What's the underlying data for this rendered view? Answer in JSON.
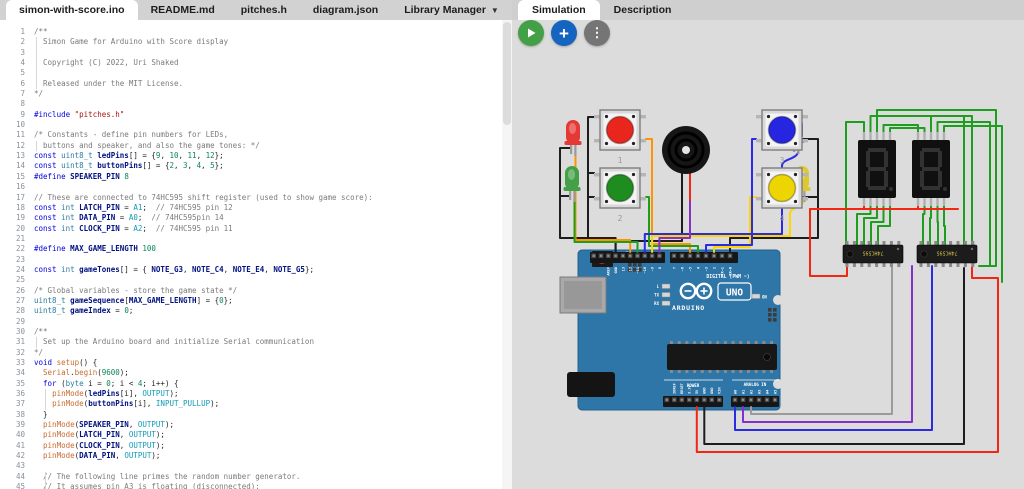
{
  "editor": {
    "tabs": [
      {
        "label": "simon-with-score.ino",
        "active": true
      },
      {
        "label": "README.md"
      },
      {
        "label": "pitches.h"
      },
      {
        "label": "diagram.json"
      },
      {
        "label": "Library Manager",
        "caret": true
      }
    ],
    "code": {
      "lines": [
        {
          "s": [
            [
              "cm",
              "/**"
            ]
          ]
        },
        {
          "guide": 2,
          "s": [
            [
              "cm",
              "  Simon Game for Arduino with Score display"
            ]
          ]
        },
        {
          "guide": 2,
          "s": []
        },
        {
          "guide": 2,
          "s": [
            [
              "cm",
              "  Copyright (C) 2022, Uri Shaked"
            ]
          ]
        },
        {
          "guide": 2,
          "s": []
        },
        {
          "guide": 2,
          "s": [
            [
              "cm",
              "  Released under the MIT License."
            ]
          ]
        },
        {
          "s": [
            [
              "cm",
              "*/"
            ]
          ]
        },
        {
          "s": []
        },
        {
          "s": [
            [
              "kw",
              "#include"
            ],
            [
              "pl",
              " "
            ],
            [
              "st",
              "\"pitches.h\""
            ]
          ]
        },
        {
          "s": []
        },
        {
          "s": [
            [
              "cm",
              "/* Constants - define pin numbers for LEDs,"
            ]
          ]
        },
        {
          "guide": 2,
          "s": [
            [
              "cm",
              "  buttons and speaker, and also the game tones: */"
            ]
          ]
        },
        {
          "s": [
            [
              "kw",
              "const"
            ],
            [
              "pl",
              " "
            ],
            [
              "ty",
              "uint8_t"
            ],
            [
              "pl",
              " "
            ],
            [
              "vr",
              "ledPins"
            ],
            [
              "pl",
              "[] = {"
            ],
            [
              "nm",
              "9"
            ],
            [
              "pl",
              ", "
            ],
            [
              "nm",
              "10"
            ],
            [
              "pl",
              ", "
            ],
            [
              "nm",
              "11"
            ],
            [
              "pl",
              ", "
            ],
            [
              "nm",
              "12"
            ],
            [
              "pl",
              "};"
            ]
          ]
        },
        {
          "s": [
            [
              "kw",
              "const"
            ],
            [
              "pl",
              " "
            ],
            [
              "ty",
              "uint8_t"
            ],
            [
              "pl",
              " "
            ],
            [
              "vr",
              "buttonPins"
            ],
            [
              "pl",
              "[] = {"
            ],
            [
              "nm",
              "2"
            ],
            [
              "pl",
              ", "
            ],
            [
              "nm",
              "3"
            ],
            [
              "pl",
              ", "
            ],
            [
              "nm",
              "4"
            ],
            [
              "pl",
              ", "
            ],
            [
              "nm",
              "5"
            ],
            [
              "pl",
              "};"
            ]
          ]
        },
        {
          "s": [
            [
              "kw",
              "#define"
            ],
            [
              "pl",
              " "
            ],
            [
              "vr",
              "SPEAKER_PIN"
            ],
            [
              "pl",
              " "
            ],
            [
              "nm",
              "8"
            ]
          ]
        },
        {
          "s": []
        },
        {
          "s": [
            [
              "cm",
              "// These are connected to 74HC595 shift register (used to show game score):"
            ]
          ]
        },
        {
          "s": [
            [
              "kw",
              "const"
            ],
            [
              "pl",
              " "
            ],
            [
              "ty",
              "int"
            ],
            [
              "pl",
              " "
            ],
            [
              "vr",
              "LATCH_PIN"
            ],
            [
              "pl",
              " = "
            ],
            [
              "ac",
              "A1"
            ],
            [
              "pl",
              ";  "
            ],
            [
              "cm",
              "// 74HC595 pin 12"
            ]
          ]
        },
        {
          "s": [
            [
              "kw",
              "const"
            ],
            [
              "pl",
              " "
            ],
            [
              "ty",
              "int"
            ],
            [
              "pl",
              " "
            ],
            [
              "vr",
              "DATA_PIN"
            ],
            [
              "pl",
              " = "
            ],
            [
              "ac",
              "A0"
            ],
            [
              "pl",
              ";  "
            ],
            [
              "cm",
              "// 74HC595pin 14"
            ]
          ]
        },
        {
          "s": [
            [
              "kw",
              "const"
            ],
            [
              "pl",
              " "
            ],
            [
              "ty",
              "int"
            ],
            [
              "pl",
              " "
            ],
            [
              "vr",
              "CLOCK_PIN"
            ],
            [
              "pl",
              " = "
            ],
            [
              "ac",
              "A2"
            ],
            [
              "pl",
              ";  "
            ],
            [
              "cm",
              "// 74HC595 pin 11"
            ]
          ]
        },
        {
          "s": []
        },
        {
          "s": [
            [
              "kw",
              "#define"
            ],
            [
              "pl",
              " "
            ],
            [
              "vr",
              "MAX_GAME_LENGTH"
            ],
            [
              "pl",
              " "
            ],
            [
              "nm",
              "100"
            ]
          ]
        },
        {
          "s": []
        },
        {
          "s": [
            [
              "kw",
              "const"
            ],
            [
              "pl",
              " "
            ],
            [
              "ty",
              "int"
            ],
            [
              "pl",
              " "
            ],
            [
              "vr",
              "gameTones"
            ],
            [
              "pl",
              "[] = { "
            ],
            [
              "vr",
              "NOTE_G3"
            ],
            [
              "pl",
              ", "
            ],
            [
              "vr",
              "NOTE_C4"
            ],
            [
              "pl",
              ", "
            ],
            [
              "vr",
              "NOTE_E4"
            ],
            [
              "pl",
              ", "
            ],
            [
              "vr",
              "NOTE_G5"
            ],
            [
              "pl",
              "};"
            ]
          ]
        },
        {
          "s": []
        },
        {
          "s": [
            [
              "cm",
              "/* Global variables - store the game state */"
            ]
          ]
        },
        {
          "s": [
            [
              "ty",
              "uint8_t"
            ],
            [
              "pl",
              " "
            ],
            [
              "vr",
              "gameSequence"
            ],
            [
              "pl",
              "["
            ],
            [
              "vr",
              "MAX_GAME_LENGTH"
            ],
            [
              "pl",
              "] = {"
            ],
            [
              "nm",
              "0"
            ],
            [
              "pl",
              "};"
            ]
          ]
        },
        {
          "s": [
            [
              "ty",
              "uint8_t"
            ],
            [
              "pl",
              " "
            ],
            [
              "vr",
              "gameIndex"
            ],
            [
              "pl",
              " = "
            ],
            [
              "nm",
              "0"
            ],
            [
              "pl",
              ";"
            ]
          ]
        },
        {
          "s": []
        },
        {
          "s": [
            [
              "cm",
              "/**"
            ]
          ]
        },
        {
          "guide": 2,
          "s": [
            [
              "cm",
              "  Set up the Arduino board and initialize Serial communication"
            ]
          ]
        },
        {
          "s": [
            [
              "cm",
              "*/"
            ]
          ]
        },
        {
          "s": [
            [
              "kw",
              "void"
            ],
            [
              "pl",
              " "
            ],
            [
              "fn",
              "setup"
            ],
            [
              "pl",
              "() {"
            ]
          ]
        },
        {
          "s": [
            [
              "pl",
              "  "
            ],
            [
              "fn",
              "Serial"
            ],
            [
              "pl",
              "."
            ],
            [
              "fn",
              "begin"
            ],
            [
              "pl",
              "("
            ],
            [
              "nm",
              "9600"
            ],
            [
              "pl",
              ");"
            ]
          ]
        },
        {
          "s": [
            [
              "pl",
              "  "
            ],
            [
              "kw",
              "for"
            ],
            [
              "pl",
              " ("
            ],
            [
              "ty",
              "byte"
            ],
            [
              "pl",
              " i = "
            ],
            [
              "nm",
              "0"
            ],
            [
              "pl",
              "; i < "
            ],
            [
              "nm",
              "4"
            ],
            [
              "pl",
              "; i++) {"
            ]
          ]
        },
        {
          "guide": 11,
          "s": [
            [
              "pl",
              "    "
            ],
            [
              "fn",
              "pinMode"
            ],
            [
              "pl",
              "("
            ],
            [
              "vr",
              "ledPins"
            ],
            [
              "pl",
              "[i], "
            ],
            [
              "ac",
              "OUTPUT"
            ],
            [
              "pl",
              ");"
            ]
          ]
        },
        {
          "guide": 11,
          "s": [
            [
              "pl",
              "    "
            ],
            [
              "fn",
              "pinMode"
            ],
            [
              "pl",
              "("
            ],
            [
              "vr",
              "buttonPins"
            ],
            [
              "pl",
              "[i], "
            ],
            [
              "ac",
              "INPUT_PULLUP"
            ],
            [
              "pl",
              ");"
            ]
          ]
        },
        {
          "s": [
            [
              "pl",
              "  }"
            ]
          ]
        },
        {
          "s": [
            [
              "pl",
              "  "
            ],
            [
              "fn",
              "pinMode"
            ],
            [
              "pl",
              "("
            ],
            [
              "vr",
              "SPEAKER_PIN"
            ],
            [
              "pl",
              ", "
            ],
            [
              "ac",
              "OUTPUT"
            ],
            [
              "pl",
              ");"
            ]
          ]
        },
        {
          "s": [
            [
              "pl",
              "  "
            ],
            [
              "fn",
              "pinMode"
            ],
            [
              "pl",
              "("
            ],
            [
              "vr",
              "LATCH_PIN"
            ],
            [
              "pl",
              ", "
            ],
            [
              "ac",
              "OUTPUT"
            ],
            [
              "pl",
              ");"
            ]
          ]
        },
        {
          "s": [
            [
              "pl",
              "  "
            ],
            [
              "fn",
              "pinMode"
            ],
            [
              "pl",
              "("
            ],
            [
              "vr",
              "CLOCK_PIN"
            ],
            [
              "pl",
              ", "
            ],
            [
              "ac",
              "OUTPUT"
            ],
            [
              "pl",
              ");"
            ]
          ]
        },
        {
          "s": [
            [
              "pl",
              "  "
            ],
            [
              "fn",
              "pinMode"
            ],
            [
              "pl",
              "("
            ],
            [
              "vr",
              "DATA_PIN"
            ],
            [
              "pl",
              ", "
            ],
            [
              "ac",
              "OUTPUT"
            ],
            [
              "pl",
              ");"
            ]
          ]
        },
        {
          "s": []
        },
        {
          "guide": 11,
          "s": [
            [
              "pl",
              "  "
            ],
            [
              "cm",
              "// The following line primes the random number generator."
            ]
          ]
        },
        {
          "guide": 11,
          "s": [
            [
              "pl",
              "  "
            ],
            [
              "cm",
              "// It assumes pin A3 is floating (disconnected):"
            ]
          ]
        }
      ]
    }
  },
  "sim": {
    "tabs": [
      {
        "label": "Simulation",
        "active": true
      },
      {
        "label": "Description"
      }
    ],
    "controls": {
      "play": "play-icon",
      "add": "plus-icon",
      "menu": "kebab-menu-icon"
    }
  },
  "circuit": {
    "buttons": [
      {
        "label": "1",
        "color": "#e8261d"
      },
      {
        "label": "2",
        "color": "#1e8c1e"
      },
      {
        "label": "3",
        "color": "#2626e0"
      },
      {
        "label": "4",
        "color": "#ecd500"
      }
    ],
    "leds": [
      {
        "name": "red-led",
        "color": "#e53935"
      },
      {
        "name": "green-led",
        "color": "#43a047"
      },
      {
        "name": "blue-led",
        "color": "#3f51e5"
      },
      {
        "name": "yellow-led",
        "color": "#ddc92f"
      }
    ],
    "chip_label": "74HC595",
    "display_digit": "8",
    "arduino": {
      "brand": "ARDUINO",
      "model": "UNO",
      "digital_caption": "DIGITAL (PWM ~)",
      "power_caption": "POWER",
      "analog_caption": "ANALOG IN",
      "on_label": "ON",
      "led_labels": [
        "L",
        "TX",
        "RX"
      ],
      "pins": {
        "digital_left": [
          "AREF",
          "GND",
          "13",
          "12",
          "~11",
          "~10",
          "~9",
          "8"
        ],
        "digital_right": [
          "7",
          "~6",
          "~5",
          "4",
          "~3",
          "2",
          "TX→1",
          "RX←0"
        ],
        "power": [
          "IOREF",
          "RESET",
          "3.3V",
          "5V",
          "GND",
          "GND",
          "VIN"
        ],
        "analog": [
          "A0",
          "A1",
          "A2",
          "A3",
          "A4",
          "A5"
        ]
      }
    },
    "wire_colors": {
      "black": "#1d1d1d",
      "orange": "#ff9400",
      "green": "#1e9e1e",
      "yellow": "#ffd500",
      "blue": "#2b2be2",
      "purple": "#8630c9",
      "gray": "#9b9b9b",
      "red": "#f22613"
    },
    "board_color": "#2e75a8",
    "canvas_color": "#dcdcdc"
  }
}
